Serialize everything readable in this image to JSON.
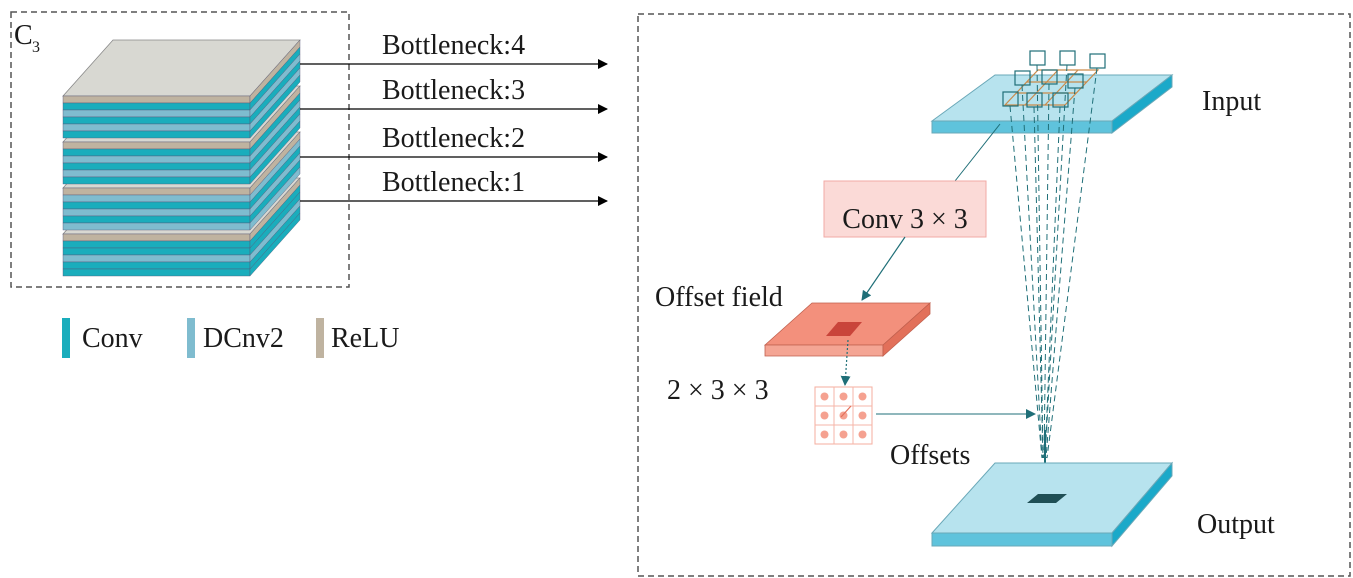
{
  "c3_block": {
    "label_main": "C",
    "label_sub": "3",
    "bottlenecks": [
      "Bottleneck:4",
      "Bottleneck:3",
      "Bottleneck:2",
      "Bottleneck:1"
    ]
  },
  "legend": [
    {
      "label": "Conv",
      "color": "#1aadbc"
    },
    {
      "label": "DCnv2",
      "color": "#7fbccf"
    },
    {
      "label": "ReLU",
      "color": "#bfb3a0"
    }
  ],
  "dcn_block": {
    "input_label": "Input",
    "conv_label": "Conv 3 × 3",
    "offset_field_label": "Offset field",
    "offset_dims_label": "2 × 3 × 3",
    "offsets_label": "Offsets",
    "output_label": "Output"
  },
  "colors": {
    "conv": "#1aadbc",
    "dcnv2": "#7fbccf",
    "relu": "#bfb3a0",
    "plane_top": "#b7e3ee",
    "plane_side": "#5fc3dc",
    "offset_field": "#f3907c",
    "conv_box_fill": "#fbdad7",
    "conv_box_stroke": "#f1a9a4",
    "arrow_teal": "#1f6f78"
  }
}
